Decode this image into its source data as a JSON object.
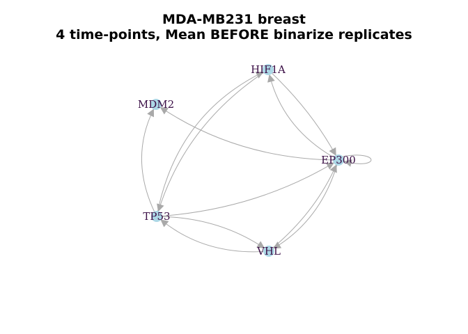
{
  "title": "MDA-MB231 breast",
  "subtitle": "4 time-points, Mean BEFORE binarize replicates",
  "colors": {
    "node": "#add8e6",
    "edge": "#a9a9a9",
    "label": "#3b0f46"
  },
  "nodes": [
    {
      "id": "HIF1A",
      "label": "HIF1A"
    },
    {
      "id": "MDM2",
      "label": "MDM2"
    },
    {
      "id": "EP300",
      "label": "EP300"
    },
    {
      "id": "TP53",
      "label": "TP53"
    },
    {
      "id": "VHL",
      "label": "VHL"
    }
  ],
  "edges": [
    {
      "from": "HIF1A",
      "to": "EP300"
    },
    {
      "from": "EP300",
      "to": "HIF1A"
    },
    {
      "from": "HIF1A",
      "to": "TP53"
    },
    {
      "from": "TP53",
      "to": "HIF1A"
    },
    {
      "from": "EP300",
      "to": "MDM2"
    },
    {
      "from": "TP53",
      "to": "MDM2"
    },
    {
      "from": "TP53",
      "to": "EP300"
    },
    {
      "from": "EP300",
      "to": "VHL"
    },
    {
      "from": "VHL",
      "to": "EP300"
    },
    {
      "from": "TP53",
      "to": "VHL"
    },
    {
      "from": "VHL",
      "to": "TP53"
    },
    {
      "from": "EP300",
      "to": "EP300"
    }
  ]
}
